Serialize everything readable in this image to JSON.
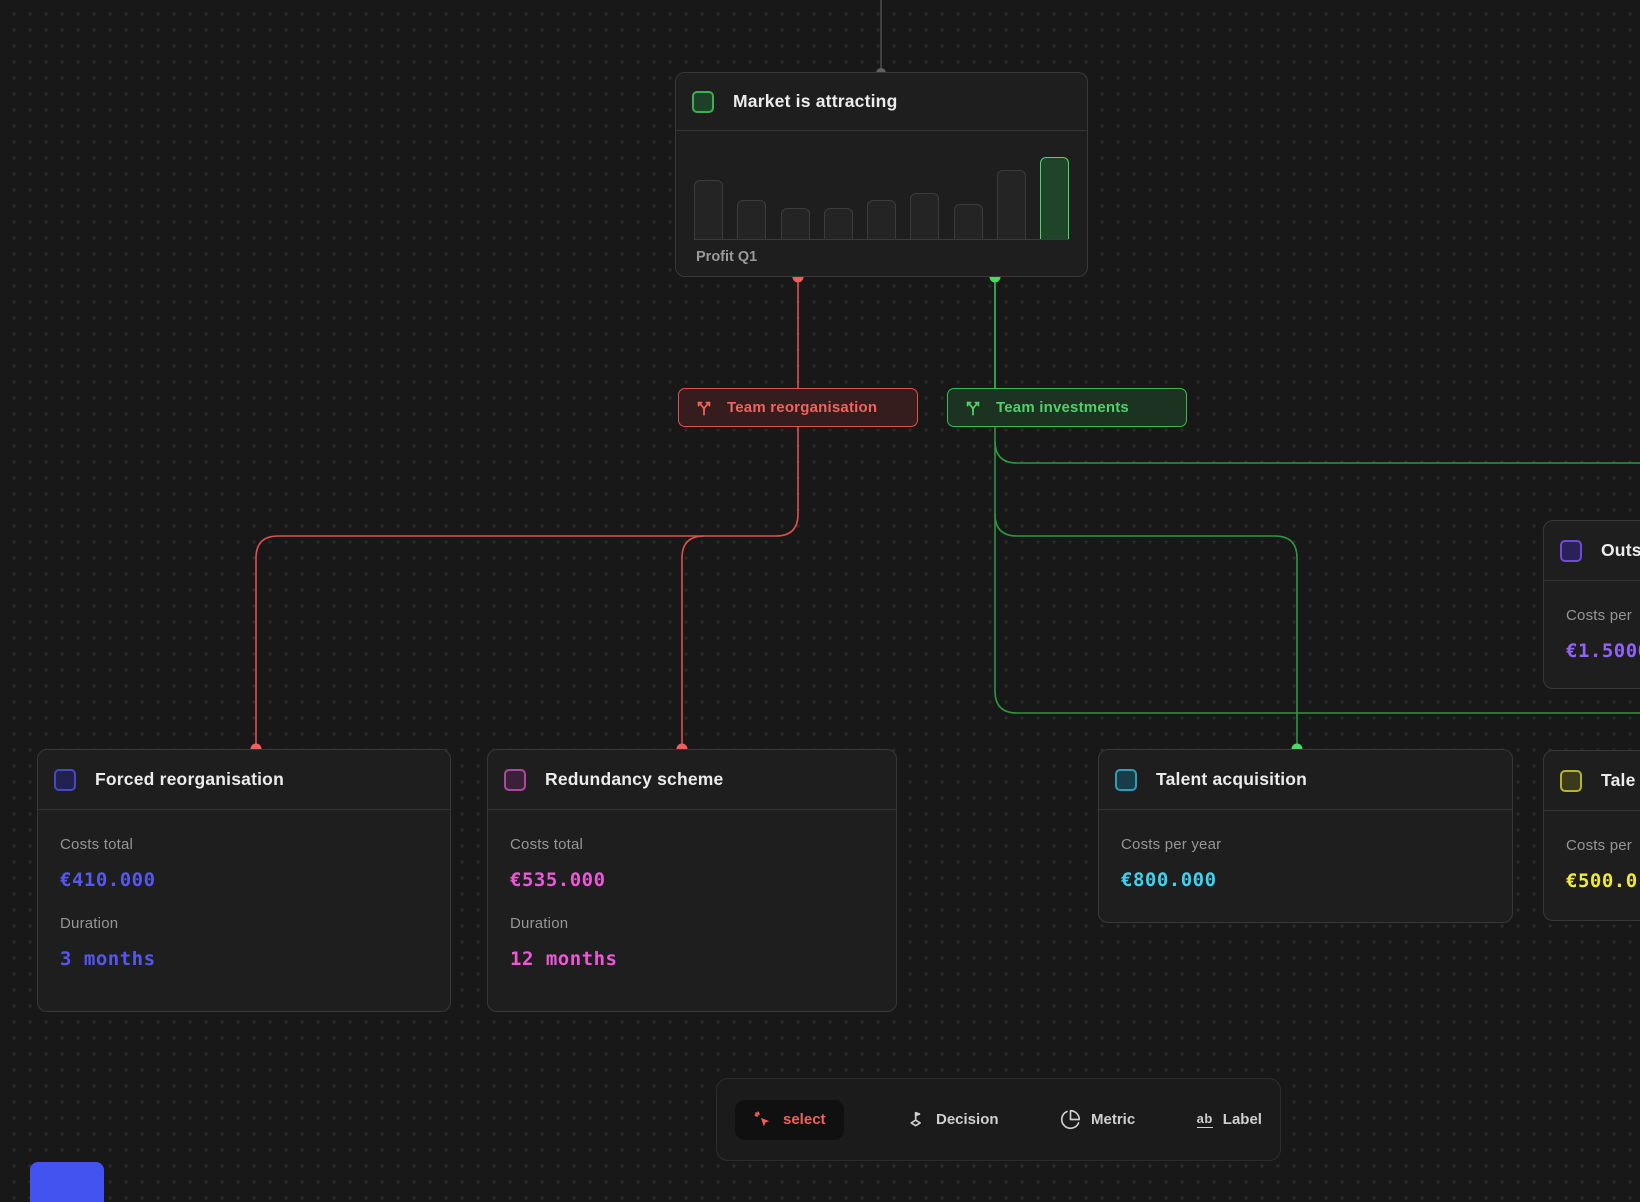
{
  "canvas": {
    "background": "#181818",
    "dot_color": "#2a2a2a"
  },
  "connectors": {
    "red": "#dd4f4f",
    "green": "#2d9642",
    "gray": "#4a4a4a",
    "handle_red": "#f15d5d",
    "handle_green": "#4ad862",
    "handle_gray": "#616161"
  },
  "market_node": {
    "title": "Market is attracting",
    "accent_border": "#3fae52",
    "accent_fill": "#1d4126",
    "chart_label": "Profit Q1"
  },
  "chart_data": {
    "type": "bar",
    "title": "Profit Q1",
    "num_bars": 9,
    "values": [
      72,
      48,
      38,
      38,
      48,
      56,
      43,
      84,
      100
    ],
    "highlight_index": 8,
    "highlight_color": "#49d967",
    "bar_color": "#242424",
    "bar_border": "#3c3c3c",
    "xlabel": "",
    "ylabel": "",
    "axes_hidden": true
  },
  "decisions": {
    "reorganisation": {
      "label": "Team reorganisation",
      "color": "#f2625e"
    },
    "investments": {
      "label": "Team investments",
      "color": "#4fd167"
    }
  },
  "nodes": {
    "forced": {
      "title": "Forced reorganisation",
      "value_color": "#5558ee",
      "fields": [
        {
          "label": "Costs total",
          "value": "€410.000"
        },
        {
          "label": "Duration",
          "value": "3 months"
        }
      ]
    },
    "redundancy": {
      "title": "Redundancy scheme",
      "value_color": "#ec58d8",
      "fields": [
        {
          "label": "Costs total",
          "value": "€535.000"
        },
        {
          "label": "Duration",
          "value": "12 months"
        }
      ]
    },
    "talent": {
      "title": "Talent acquisition",
      "value_color": "#3ed2f0",
      "fields": [
        {
          "label": "Costs per year",
          "value": "€800.000"
        }
      ]
    },
    "outsourcing_partial": {
      "title": "Outs",
      "value_color": "#9263f8",
      "fields": [
        {
          "label": "Costs per",
          "value": "€1.5000"
        }
      ]
    },
    "talent_partial": {
      "title": "Tale",
      "value_color": "#eeeb36",
      "fields": [
        {
          "label": "Costs per",
          "value": "€500.0"
        }
      ]
    }
  },
  "toolbar": {
    "select_label": "select",
    "decision_label": "Decision",
    "metric_label": "Metric",
    "label_label": "Label",
    "active_color": "#f2605c"
  },
  "misc": {
    "bottom_left_panel_color": "#4353f0"
  }
}
